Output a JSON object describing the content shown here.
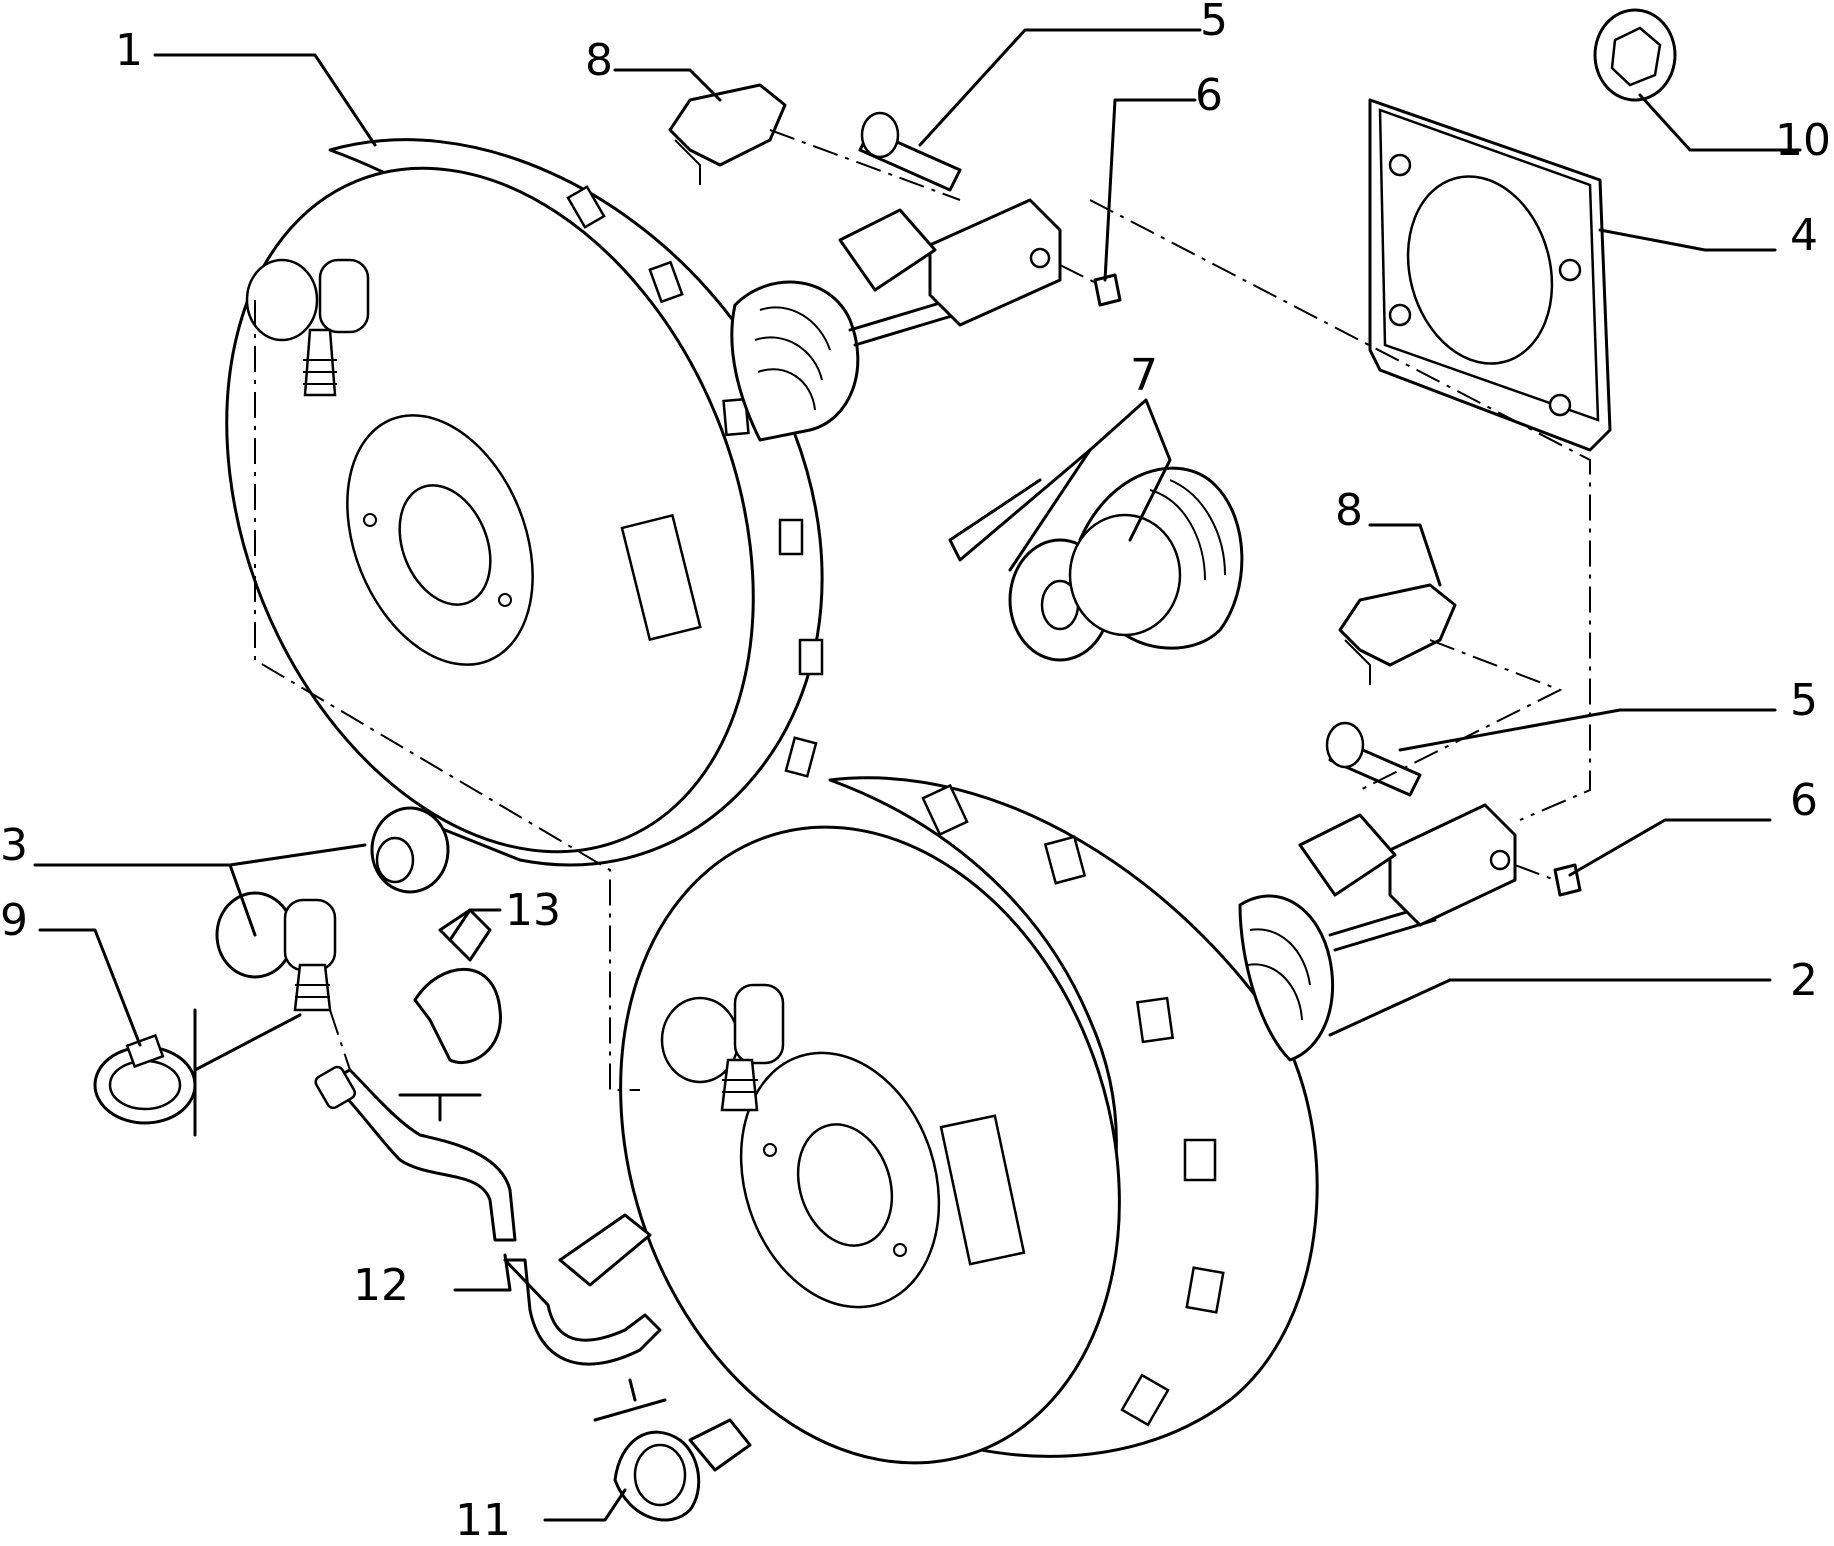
{
  "callouts": [
    {
      "id": "c1",
      "text": "1"
    },
    {
      "id": "c2",
      "text": "2"
    },
    {
      "id": "c3",
      "text": "3"
    },
    {
      "id": "c4",
      "text": "4"
    },
    {
      "id": "c5a",
      "text": "5"
    },
    {
      "id": "c5b",
      "text": "5"
    },
    {
      "id": "c6a",
      "text": "6"
    },
    {
      "id": "c6b",
      "text": "6"
    },
    {
      "id": "c7",
      "text": "7"
    },
    {
      "id": "c8a",
      "text": "8"
    },
    {
      "id": "c8b",
      "text": "8"
    },
    {
      "id": "c9",
      "text": "9"
    },
    {
      "id": "c10",
      "text": "10"
    },
    {
      "id": "c11",
      "text": "11"
    },
    {
      "id": "c12",
      "text": "12"
    },
    {
      "id": "c13",
      "text": "13"
    }
  ],
  "colors": {
    "ink": "#000000",
    "paper": "#ffffff"
  }
}
